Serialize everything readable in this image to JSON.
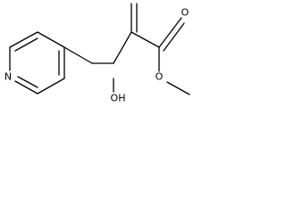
{
  "molecule": {
    "atoms": {
      "pyridine_nitrogen": "N",
      "carbonyl_oxygen": "O",
      "ester_oxygen": "O",
      "hydroxyl": "OH"
    }
  }
}
